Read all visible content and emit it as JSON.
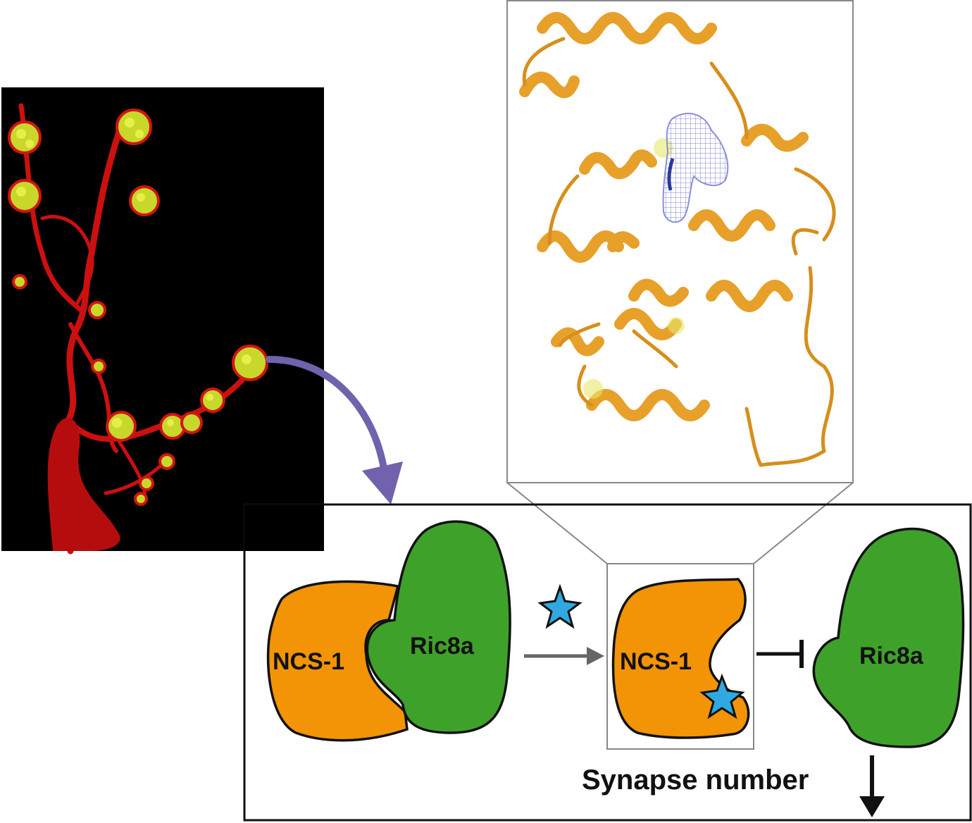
{
  "labels": {
    "ncs1_left": "NCS-1",
    "ric8a_left": "Ric8a",
    "ncs1_center": "NCS-1",
    "ric8a_right": "Ric8a",
    "synapse_number": "Synapse number"
  },
  "colors": {
    "ncs1_orange": "#f29406",
    "ric8a_green": "#3ea22a",
    "star_blue": "#2fa9e0",
    "arrow_purple": "#7062ad",
    "arrow_gray": "#666666",
    "microscopy_red": "#d11414",
    "microscopy_yellow_green": "#b8d42a",
    "protein_gold": "#e7a02a",
    "density_mesh": "#8a8fd9"
  },
  "icons": {
    "ligand_star": "star-icon",
    "flow_arrow": "arrow-right-icon",
    "inhibition": "inhibition-bar-icon",
    "decrease": "arrow-down-icon"
  }
}
